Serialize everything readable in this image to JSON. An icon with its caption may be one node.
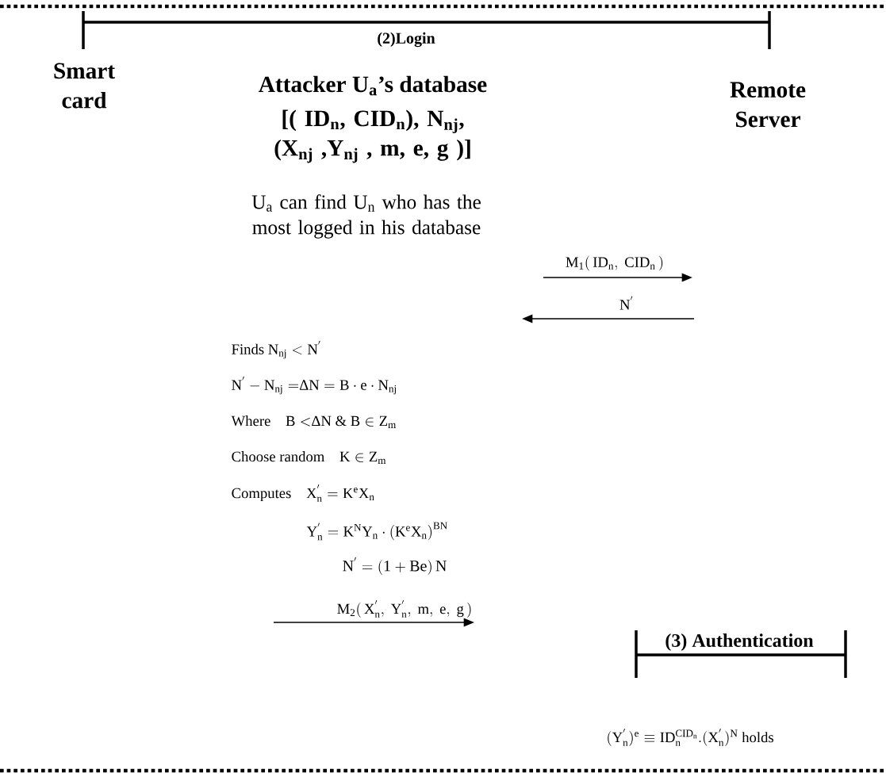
{
  "diagram": {
    "labels": [
      "(2)Login",
      "Smart card",
      "Attacker U$_{a}$’s database",
      "[( ID$_{n}$, CID$_{n}$), N$_{nj}$, (X$_{nj}$ ,Y$_{nj}$ , m, e, g )]",
      "Remote Server",
      "U$_{a}$ can find U$_{n}$ who has the most logged in his database",
      "\\mathrm{M_{1}(\\,ID_{n},\\ CID_{n}\\,)}",
      "\\mathrm{N^{'}}",
      "\\text{Finds }\\mathrm{N_{nj} < N^{'}}",
      "\\mathrm{N^{'} - N_{nj} =}\\text{Δ}\\mathrm{N = B\\cdot e\\cdot N_{nj}}",
      "\\text{Where}\\quad \\mathrm{B <}\\text{Δ}\\mathrm{N\\ \\&\\ B \\in Z_{m}}",
      "\\text{Choose random}\\quad \\mathrm{K \\in Z_{m}}",
      "\\text{Computes}\\quad \\mathrm{X_{n}^{'} = K^{e} X_{n}}",
      "\\mathrm{Y_{n}^{'} = K^{N} Y_{n} \\cdot \\left(K^{e} X_{n}\\right)^{BN}}",
      "\\mathrm{N^{'} = \\left(1 + Be\\right) N}",
      "\\mathrm{M_{2}(\\,X_{n}^{'},\\ Y_{n}^{'},\\ m,\\ e,\\ g\\,)}",
      "(3) Authentication",
      "\\mathrm{(Y_{n}^{'})^{e} \\equiv ID_{n}^{CID_{n}} . (X_{n}^{'})^{N}}\\ \\text{holds}"
    ]
  }
}
